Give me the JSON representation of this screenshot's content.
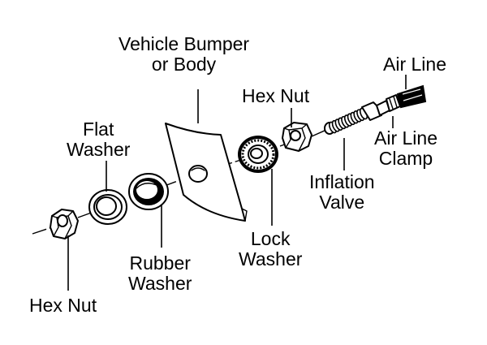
{
  "labels": {
    "vehicle_bumper_line1": "Vehicle Bumper",
    "vehicle_bumper_line2": "or Body",
    "hex_nut_top": "Hex Nut",
    "air_line": "Air Line",
    "flat_washer_line1": "Flat",
    "flat_washer_line2": "Washer",
    "air_line_clamp_line1": "Air Line",
    "air_line_clamp_line2": "Clamp",
    "inflation_valve_line1": "Inflation",
    "inflation_valve_line2": "Valve",
    "lock_washer_line1": "Lock",
    "lock_washer_line2": "Washer",
    "rubber_washer_line1": "Rubber",
    "rubber_washer_line2": "Washer",
    "hex_nut_bottom": "Hex Nut"
  }
}
